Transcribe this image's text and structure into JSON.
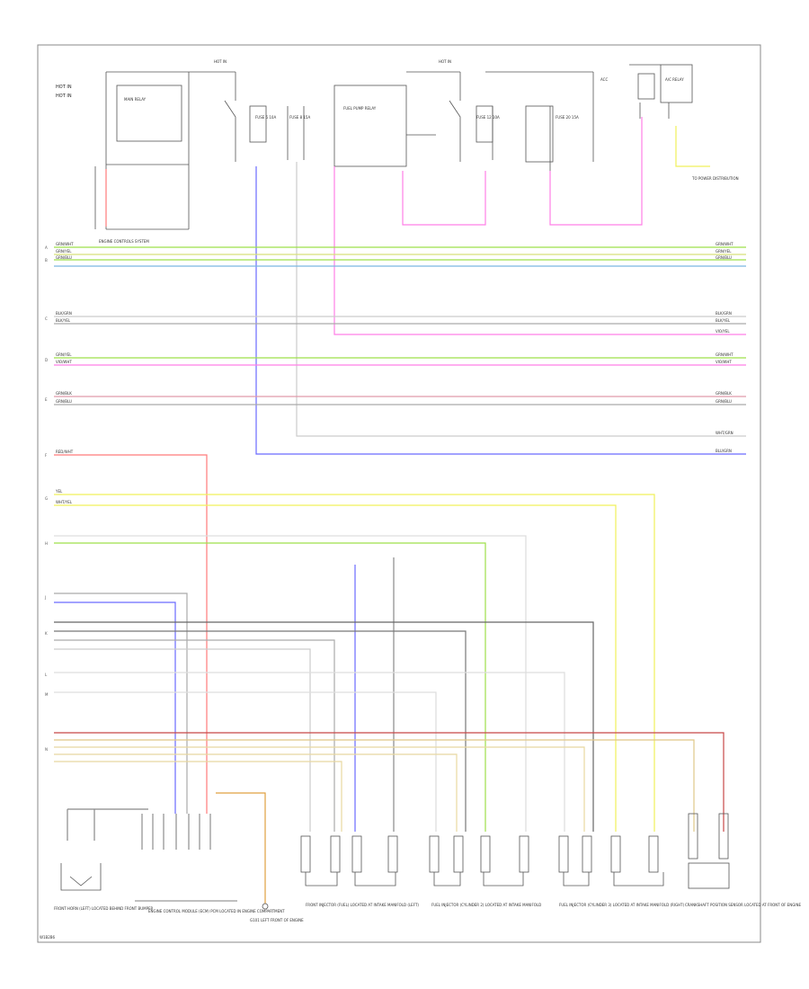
{
  "figure_code": "W1B2B6",
  "top_labels": [
    "HOT IN",
    "HOT IN",
    "ACC"
  ],
  "left_bus_pins": [
    "A",
    "B",
    "C",
    "D",
    "E",
    "F",
    "G",
    "H",
    "J",
    "K",
    "L",
    "M",
    "N"
  ],
  "bus_labels_left": [
    "GRN/WHT",
    "GRN/YEL",
    "GRN/BLU",
    "BLK/GRN",
    "BLK/YEL",
    "GRN/YEL",
    "VIO/WHT",
    "GRN/BLK",
    "GRN/BLU",
    "RED/WHT",
    "YEL",
    "WHT/YEL"
  ],
  "bus_labels_right": [
    "GRN/WHT",
    "GRN/YEL",
    "GRN/BLU",
    "BLK/GRN",
    "BLK/YEL",
    "VIO/YEL",
    "GRN/WHT",
    "VIO/WHT",
    "GRN/BLK",
    "GRN/BLU",
    "WHT/GRN",
    "BLU/GRN"
  ],
  "components": {
    "horn_left": "FRONT HORN (LEFT) LOCATED BEHIND FRONT BUMPER",
    "ecm": "ENGINE CONTROL MODULE (ECM) PCM LOCATED IN ENGINE COMPARTMENT",
    "ground": "G101 LEFT FRONT OF ENGINE",
    "inj1": "FRONT INJECTOR (FUEL) LOCATED AT INTAKE MANIFOLD (LEFT)",
    "inj2": "FUEL INJECTOR (CYLINDER 2) LOCATED AT INTAKE MANIFOLD",
    "inj3": "FUEL INJECTOR (CYLINDER 3) LOCATED AT INTAKE MANIFOLD (RIGHT)",
    "ckp": "CRANKSHAFT POSITION SENSOR LOCATED AT FRONT OF ENGINE"
  },
  "relay_labels": [
    "MAIN RELAY",
    "FUEL PUMP RELAY",
    "A/C RELAY"
  ],
  "fuse_labels": [
    "FUSE 5 10A",
    "FUSE 8 15A",
    "FUSE 12 10A",
    "FUSE 20 15A"
  ],
  "notes": [
    "ENGINE CONTROLS SYSTEM",
    "TO POWER DISTRIBUTION"
  ],
  "colors": {
    "green": "#9ee04a",
    "yellow": "#f0f05a",
    "blue": "#6a6aff",
    "pink": "#ff7fe6",
    "red": "#ff7a7a",
    "gray": "#888888",
    "lightgray": "#cccccc",
    "cyan": "#7ab8e0",
    "darkred": "#c84848",
    "tan": "#e0c888"
  }
}
